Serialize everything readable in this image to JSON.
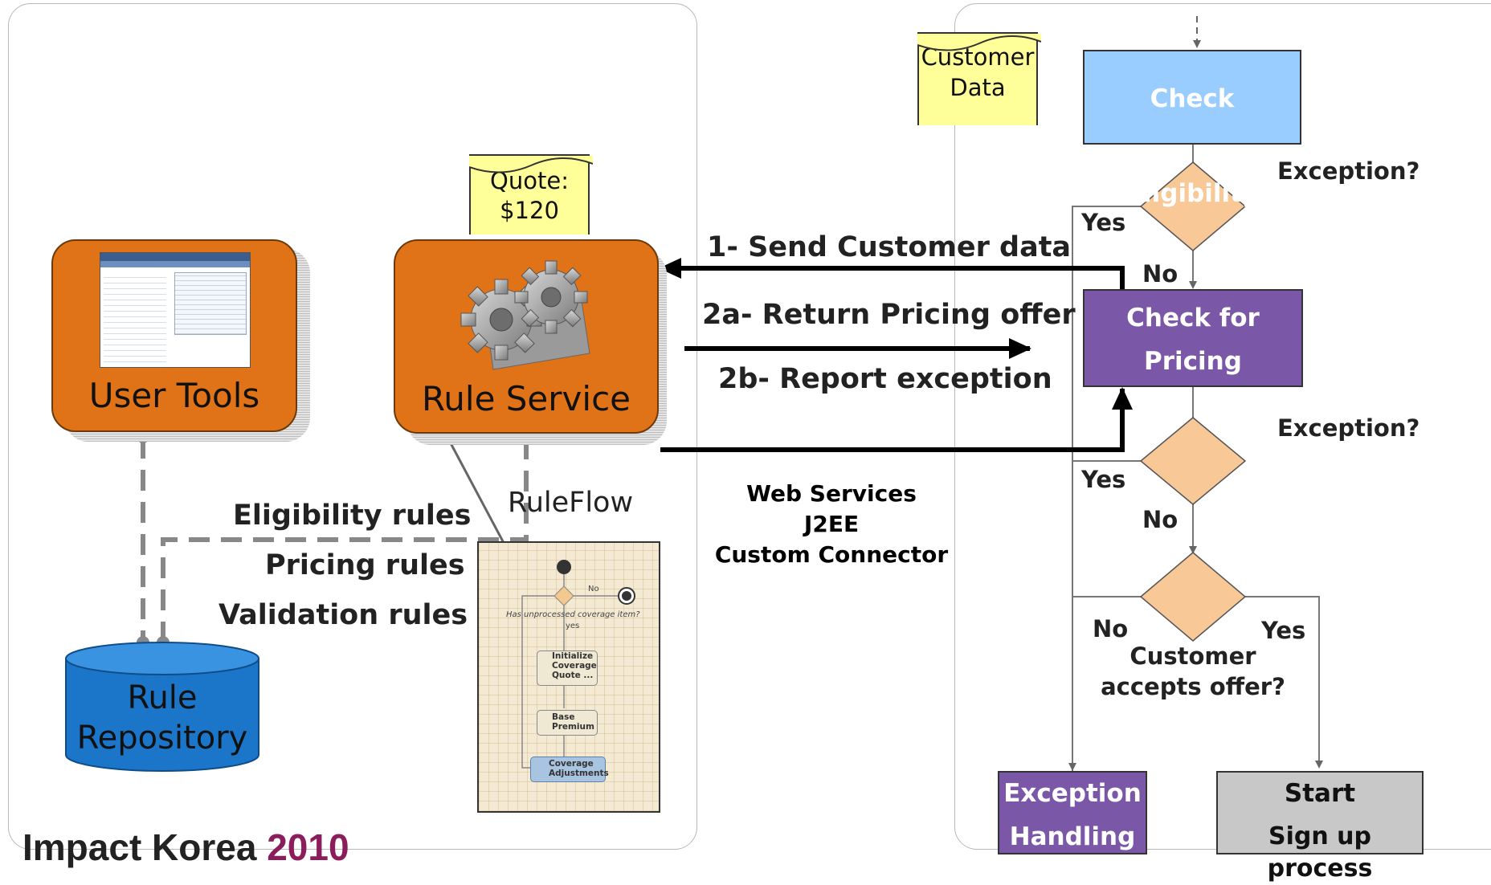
{
  "notes": {
    "customer_data": [
      "Customer",
      "Data"
    ],
    "quote": [
      "Quote:",
      "$120"
    ]
  },
  "components": {
    "user_tools": "User Tools",
    "rule_service": "Rule Service",
    "rule_repository": [
      "Rule",
      "Repository"
    ],
    "ruleflow_label": "RuleFlow"
  },
  "rules": {
    "eligibility": "Eligibility rules",
    "pricing": "Pricing rules",
    "validation": "Validation rules"
  },
  "messages": {
    "send": "1- Send Customer data",
    "return_offer": "2a- Return Pricing offer",
    "report_exception": "2b- Report exception"
  },
  "integration": [
    "Web Services",
    "J2EE",
    "Custom Connector"
  ],
  "flow": {
    "check_eligibility": "Check Eligibility",
    "check_pricing": [
      "Check for",
      "Pricing"
    ],
    "exception_q1": "Exception?",
    "exception_q2": "Exception?",
    "yes1": "Yes",
    "no1": "No",
    "yes2": "Yes",
    "no2": "No",
    "no3": "No",
    "yes3": "Yes",
    "customer_accepts": [
      "Customer",
      "accepts offer?"
    ],
    "exception_handling": [
      "Exception",
      "Handling"
    ],
    "start_signup": [
      "Start",
      "Sign up process"
    ]
  },
  "ruleflow_diagram": {
    "question": "Has unprocessed coverage item?",
    "no": "No",
    "yes": "yes",
    "step1": [
      "Initialize",
      "Coverage",
      "Quote ..."
    ],
    "step2": [
      "Base",
      "Premium"
    ],
    "step3": [
      "Coverage",
      "Adjustments"
    ]
  },
  "footer": {
    "brand": "Impact Korea",
    "year": "2010"
  },
  "colors": {
    "orange": "#e07318",
    "light_blue": "#99ccff",
    "purple": "#7b57a8",
    "gray_box": "#c8c8c8",
    "diamond": "#f8c896",
    "repository": "#1b75c9",
    "note_yellow": "#ffff99",
    "brand_year": "#8b1d5c"
  }
}
